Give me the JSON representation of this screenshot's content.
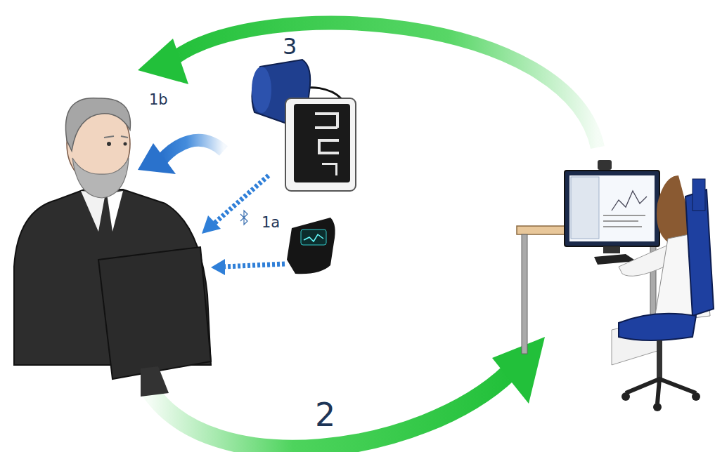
{
  "diagram": {
    "labels": [
      "3",
      "1b",
      "1a",
      "2"
    ]
  }
}
